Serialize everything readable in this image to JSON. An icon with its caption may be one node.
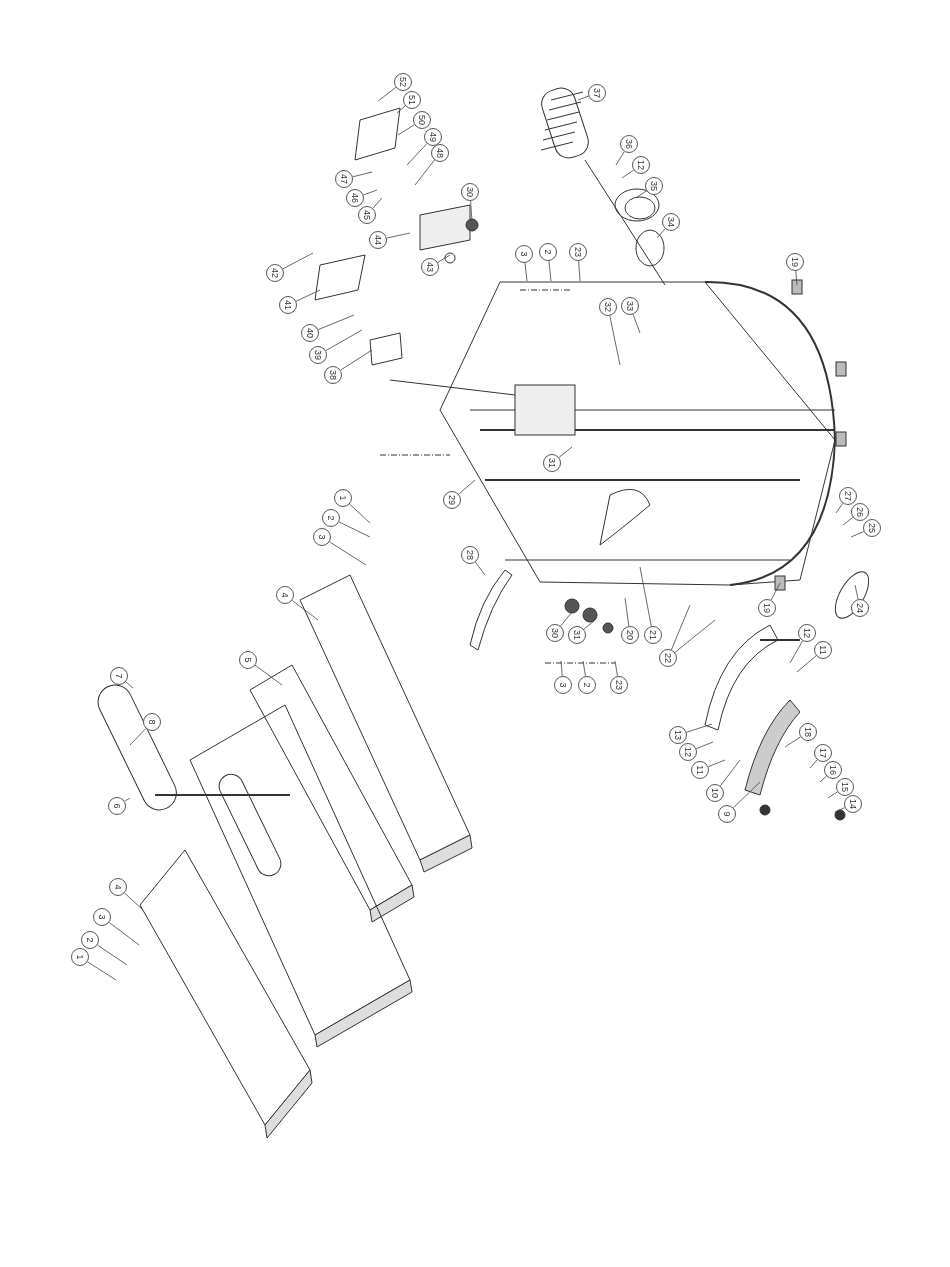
{
  "diagram": {
    "nodes": [
      {
        "text": [
          "52"
        ]
      },
      {
        "text": [
          "51"
        ]
      },
      {
        "text": [
          "50"
        ]
      },
      {
        "text": [
          "49"
        ]
      },
      {
        "text": [
          "48"
        ]
      },
      {
        "text": [
          "47"
        ]
      },
      {
        "text": [
          "46"
        ]
      },
      {
        "text": [
          "45"
        ]
      },
      {
        "text": [
          "30"
        ]
      },
      {
        "text": [
          "44"
        ]
      },
      {
        "text": [
          "43"
        ]
      },
      {
        "text": [
          "42"
        ]
      },
      {
        "text": [
          "41"
        ]
      },
      {
        "text": [
          "40"
        ]
      },
      {
        "text": [
          "39"
        ]
      },
      {
        "text": [
          "38"
        ]
      },
      {
        "text": [
          "37"
        ]
      },
      {
        "text": [
          "36"
        ]
      },
      {
        "text": [
          "12"
        ]
      },
      {
        "text": [
          "35"
        ]
      },
      {
        "text": [
          "34"
        ]
      },
      {
        "text": [
          "3"
        ]
      },
      {
        "text": [
          "2"
        ]
      },
      {
        "text": [
          "23"
        ]
      },
      {
        "text": [
          "19"
        ]
      },
      {
        "text": [
          "32"
        ]
      },
      {
        "text": [
          "33"
        ]
      },
      {
        "text": [
          "31"
        ]
      },
      {
        "text": [
          "29"
        ]
      },
      {
        "text": [
          "1"
        ]
      },
      {
        "text": [
          "2"
        ]
      },
      {
        "text": [
          "3"
        ]
      },
      {
        "text": [
          "27"
        ]
      },
      {
        "text": [
          "26"
        ]
      },
      {
        "text": [
          "25"
        ]
      },
      {
        "text": [
          "28"
        ]
      },
      {
        "text": [
          "4"
        ]
      },
      {
        "text": [
          "24"
        ]
      },
      {
        "text": [
          "19"
        ]
      },
      {
        "text": [
          "30"
        ]
      },
      {
        "text": [
          "31"
        ]
      },
      {
        "text": [
          "20"
        ]
      },
      {
        "text": [
          "21"
        ]
      },
      {
        "text": [
          "12"
        ]
      },
      {
        "text": [
          "11"
        ]
      },
      {
        "text": [
          "22"
        ]
      },
      {
        "text": [
          "5"
        ]
      },
      {
        "text": [
          "3"
        ]
      },
      {
        "text": [
          "2"
        ]
      },
      {
        "text": [
          "23"
        ]
      },
      {
        "text": [
          "7"
        ]
      },
      {
        "text": [
          "8"
        ]
      },
      {
        "text": [
          "13"
        ]
      },
      {
        "text": [
          "18"
        ]
      },
      {
        "text": [
          "12"
        ]
      },
      {
        "text": [
          "17"
        ]
      },
      {
        "text": [
          "11"
        ]
      },
      {
        "text": [
          "16"
        ]
      },
      {
        "text": [
          "15"
        ]
      },
      {
        "text": [
          "10"
        ]
      },
      {
        "text": [
          "14"
        ]
      },
      {
        "text": [
          "6"
        ]
      },
      {
        "text": [
          "9"
        ]
      },
      {
        "text": [
          "4"
        ]
      },
      {
        "text": [
          "3"
        ]
      },
      {
        "text": [
          "2"
        ]
      },
      {
        "text": [
          "1"
        ]
      }
    ],
    "edges": [
      {
        "from": 0,
        "to": null,
        "arrow": "none"
      },
      {
        "from": 1,
        "to": null,
        "arrow": "none"
      },
      {
        "from": 2,
        "to": null,
        "arrow": "none"
      },
      {
        "from": 3,
        "to": null,
        "arrow": "none"
      },
      {
        "from": 4,
        "to": null,
        "arrow": "none"
      },
      {
        "from": 5,
        "to": null,
        "arrow": "none"
      },
      {
        "from": 6,
        "to": null,
        "arrow": "none"
      },
      {
        "from": 7,
        "to": null,
        "arrow": "none"
      },
      {
        "from": 8,
        "to": null,
        "arrow": "none"
      },
      {
        "from": 9,
        "to": null,
        "arrow": "none"
      },
      {
        "from": 10,
        "to": null,
        "arrow": "none"
      },
      {
        "from": 11,
        "to": null,
        "arrow": "none"
      },
      {
        "from": 12,
        "to": null,
        "arrow": "none"
      },
      {
        "from": 13,
        "to": null,
        "arrow": "none"
      },
      {
        "from": 14,
        "to": null,
        "arrow": "none"
      },
      {
        "from": 15,
        "to": null,
        "arrow": "none"
      },
      {
        "from": 16,
        "to": null,
        "arrow": "none"
      },
      {
        "from": 17,
        "to": null,
        "arrow": "none"
      },
      {
        "from": 18,
        "to": null,
        "arrow": "none"
      },
      {
        "from": 19,
        "to": null,
        "arrow": "none"
      },
      {
        "from": 20,
        "to": null,
        "arrow": "none"
      },
      {
        "from": 21,
        "to": null,
        "arrow": "none"
      },
      {
        "from": 22,
        "to": null,
        "arrow": "none"
      },
      {
        "from": 23,
        "to": null,
        "arrow": "none"
      },
      {
        "from": 24,
        "to": null,
        "arrow": "none"
      },
      {
        "from": 25,
        "to": null,
        "arrow": "none"
      },
      {
        "from": 26,
        "to": null,
        "arrow": "none"
      },
      {
        "from": 27,
        "to": null,
        "arrow": "none"
      },
      {
        "from": 28,
        "to": null,
        "arrow": "none"
      },
      {
        "from": 29,
        "to": null,
        "arrow": "none"
      },
      {
        "from": 30,
        "to": null,
        "arrow": "none"
      },
      {
        "from": 31,
        "to": null,
        "arrow": "none"
      },
      {
        "from": 32,
        "to": null,
        "arrow": "none"
      },
      {
        "from": 33,
        "to": null,
        "arrow": "none"
      },
      {
        "from": 34,
        "to": null,
        "arrow": "none"
      },
      {
        "from": 35,
        "to": null,
        "arrow": "none"
      },
      {
        "from": 36,
        "to": null,
        "arrow": "none"
      },
      {
        "from": 37,
        "to": null,
        "arrow": "none"
      },
      {
        "from": 38,
        "to": null,
        "arrow": "none"
      },
      {
        "from": 39,
        "to": null,
        "arrow": "none"
      },
      {
        "from": 40,
        "to": null,
        "arrow": "none"
      },
      {
        "from": 41,
        "to": null,
        "arrow": "none"
      },
      {
        "from": 42,
        "to": null,
        "arrow": "none"
      },
      {
        "from": 43,
        "to": null,
        "arrow": "none"
      },
      {
        "from": 44,
        "to": null,
        "arrow": "none"
      },
      {
        "from": 45,
        "to": null,
        "arrow": "none"
      },
      {
        "from": 45,
        "to": null,
        "arrow": "none"
      },
      {
        "from": 46,
        "to": null,
        "arrow": "none"
      },
      {
        "from": 47,
        "to": null,
        "arrow": "none"
      },
      {
        "from": 48,
        "to": null,
        "arrow": "none"
      },
      {
        "from": 49,
        "to": null,
        "arrow": "none"
      },
      {
        "from": 50,
        "to": null,
        "arrow": "none"
      },
      {
        "from": 51,
        "to": null,
        "arrow": "none"
      },
      {
        "from": 52,
        "to": null,
        "arrow": "none"
      },
      {
        "from": 53,
        "to": null,
        "arrow": "none"
      },
      {
        "from": 54,
        "to": null,
        "arrow": "none"
      },
      {
        "from": 55,
        "to": null,
        "arrow": "none"
      },
      {
        "from": 56,
        "to": null,
        "arrow": "none"
      },
      {
        "from": 57,
        "to": null,
        "arrow": "none"
      },
      {
        "from": 58,
        "to": null,
        "arrow": "none"
      },
      {
        "from": 59,
        "to": null,
        "arrow": "none"
      },
      {
        "from": 60,
        "to": null,
        "arrow": "none"
      },
      {
        "from": 61,
        "to": null,
        "arrow": "none"
      },
      {
        "from": 62,
        "to": null,
        "arrow": "none"
      },
      {
        "from": 63,
        "to": null,
        "arrow": "none"
      },
      {
        "from": 64,
        "to": null,
        "arrow": "none"
      },
      {
        "from": 65,
        "to": null,
        "arrow": "none"
      },
      {
        "from": 66,
        "to": null,
        "arrow": "none"
      }
    ]
  }
}
